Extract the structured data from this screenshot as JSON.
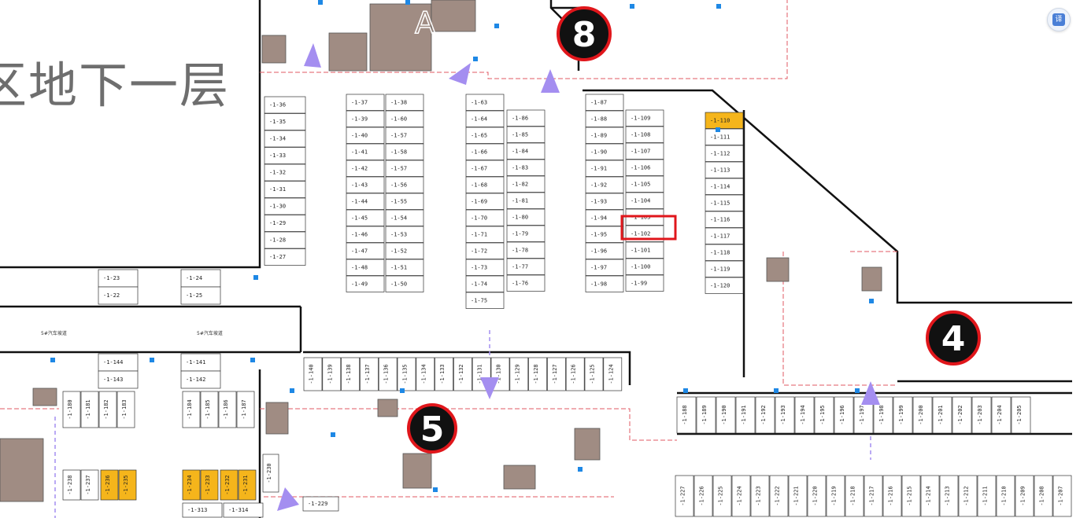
{
  "floor_title": "区地下一层",
  "corner_button": {
    "icon": "translate-icon",
    "label": "译"
  },
  "area_letter": "A",
  "markers": [
    {
      "id": "marker-8",
      "label": "8"
    },
    {
      "id": "marker-5",
      "label": "5"
    },
    {
      "id": "marker-4",
      "label": "4"
    }
  ],
  "ramps": [
    "5#汽车坡道",
    "5#汽车坡道"
  ],
  "highlighted_stall": "-1-103",
  "orange_stalls": [
    "-1-110",
    "-1-236",
    "-1-235",
    "-1-234",
    "-1-233",
    "-1-232",
    "-1-231"
  ],
  "stall_columns": {
    "c1": [
      "-1-36",
      "-1-35",
      "-1-34",
      "-1-33",
      "-1-32",
      "-1-31",
      "-1-30",
      "-1-29",
      "-1-28",
      "-1-27"
    ],
    "c2": [
      "-1-37",
      "-1-39",
      "-1-40",
      "-1-41",
      "-1-42",
      "-1-43",
      "-1-44",
      "-1-45",
      "-1-46",
      "-1-47",
      "-1-48",
      "-1-49"
    ],
    "c3": [
      "-1-38",
      "-1-60",
      "-1-57",
      "-1-58",
      "-1-57",
      "-1-56",
      "-1-55",
      "-1-54",
      "-1-53",
      "-1-52",
      "-1-51",
      "-1-50"
    ],
    "c4": [
      "-1-63",
      "-1-64",
      "-1-65",
      "-1-66",
      "-1-67",
      "-1-68",
      "-1-69",
      "-1-70",
      "-1-71",
      "-1-72",
      "-1-73",
      "-1-74",
      "-1-75"
    ],
    "c5": [
      "-1-86",
      "-1-85",
      "-1-84",
      "-1-83",
      "-1-82",
      "-1-81",
      "-1-80",
      "-1-79",
      "-1-78",
      "-1-77",
      "-1-76"
    ],
    "c6": [
      "-1-87",
      "-1-88",
      "-1-89",
      "-1-90",
      "-1-91",
      "-1-92",
      "-1-93",
      "-1-94",
      "-1-95",
      "-1-96",
      "-1-97",
      "-1-98"
    ],
    "c7": [
      "-1-109",
      "-1-108",
      "-1-107",
      "-1-106",
      "-1-105",
      "-1-104",
      "-1-103",
      "-1-102",
      "-1-101",
      "-1-100",
      "-1-99"
    ],
    "c8": [
      "-1-110",
      "-1-111",
      "-1-112",
      "-1-113",
      "-1-114",
      "-1-115",
      "-1-116",
      "-1-117",
      "-1-118",
      "-1-119",
      "-1-120"
    ]
  },
  "left_stalls": [
    "-1-23",
    "-1-22",
    "-1-24",
    "-1-25",
    "-1-144",
    "-1-143",
    "-1-141",
    "-1-142"
  ],
  "row_mid": [
    "-1-140",
    "-1-139",
    "-1-138",
    "-1-137",
    "-1-136",
    "-1-135",
    "-1-134",
    "-1-133",
    "-1-132",
    "-1-131",
    "-1-130",
    "-1-129",
    "-1-128",
    "-1-127",
    "-1-126",
    "-1-125",
    "-1-124"
  ],
  "row_right": [
    "-1-188",
    "-1-189",
    "-1-190",
    "-1-191",
    "-1-192",
    "-1-193",
    "-1-194",
    "-1-195",
    "-1-196",
    "-1-197",
    "-1-198",
    "-1-199",
    "-1-200",
    "-1-201",
    "-1-202",
    "-1-203",
    "-1-204",
    "-1-205"
  ],
  "row_bottom": [
    "-1-227",
    "-1-226",
    "-1-225",
    "-1-224",
    "-1-223",
    "-1-222",
    "-1-221",
    "-1-220",
    "-1-219",
    "-1-218",
    "-1-217",
    "-1-216",
    "-1-215",
    "-1-214",
    "-1-213",
    "-1-212",
    "-1-211",
    "-1-210",
    "-1-209",
    "-1-208",
    "-1-207"
  ],
  "bottom_left_stalls": [
    "-1-180",
    "-1-181",
    "-1-182",
    "-1-183",
    "-1-184",
    "-1-185",
    "-1-186",
    "-1-187",
    "-1-238",
    "-1-237",
    "-1-236",
    "-1-235",
    "-1-234",
    "-1-233",
    "-1-232",
    "-1-231",
    "-1-230",
    "-1-313",
    "-1-314",
    "-1-229"
  ],
  "colors": {
    "core": "#a08c83",
    "orange": "#f5b51b",
    "highlight": "#e0161b",
    "arrow": "#a48ef0",
    "wall": "#111111",
    "dash": "#e05a63",
    "tag": "#1e88e5"
  }
}
